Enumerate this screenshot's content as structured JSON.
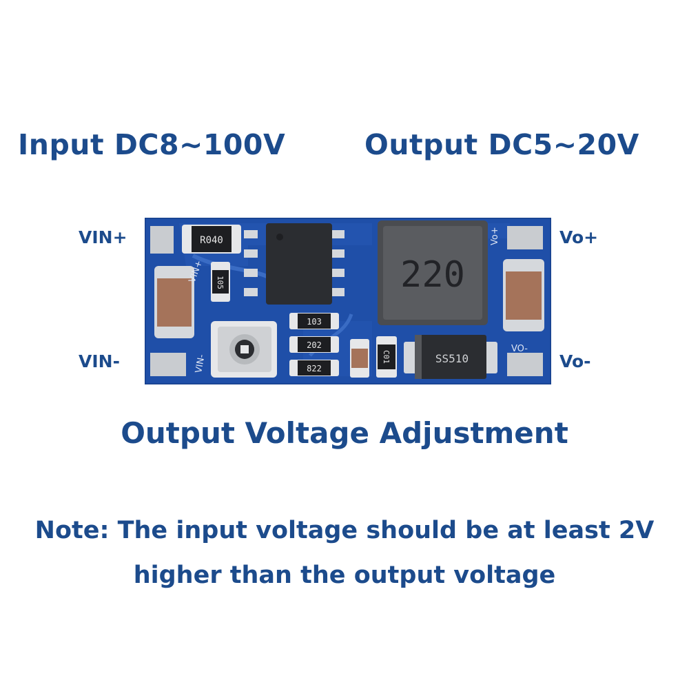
{
  "headings": {
    "input": "Input DC8~100V",
    "output": "Output DC5~20V"
  },
  "pins": {
    "vin_plus": "VIN+",
    "vin_minus": "VIN-",
    "vo_plus": "Vo+",
    "vo_minus": "Vo-"
  },
  "adjustment_label": "Output Voltage Adjustment",
  "note": {
    "line1": "Note: The input voltage should be at least 2V",
    "line2": "higher than the output voltage"
  },
  "board": {
    "resistor_top": "R040",
    "cap_small": "105",
    "inductor": "220",
    "res_1": "103",
    "res_2": "202",
    "res_3": "822",
    "diode_small": "C01",
    "diode": "SS510",
    "silk_vo_plus": "Vo+",
    "silk_vo_minus": "VO-",
    "silk_vin_plus": "VIN+",
    "silk_vin_minus": "VIN-"
  },
  "colors": {
    "text": "#1c4b8c",
    "pcb": "#1f4fa8",
    "pad": "#c9ccd0",
    "capacitor": "#a5735a",
    "chip": "#2b2d31"
  }
}
